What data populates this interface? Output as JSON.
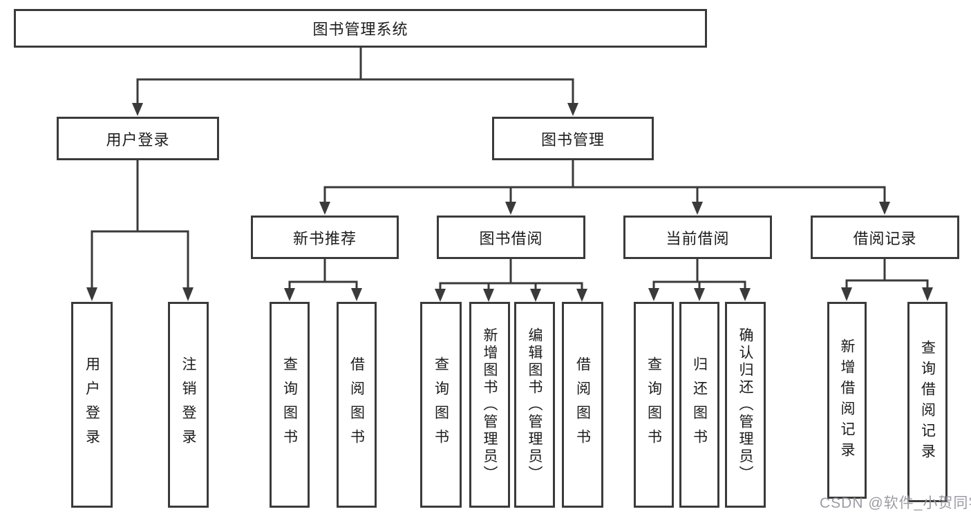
{
  "diagram": {
    "title": "图书管理系统",
    "root": "图书管理系统",
    "level2": {
      "user_login": "用户登录",
      "book_mgmt": "图书管理"
    },
    "level3": {
      "new_books": "新书推荐",
      "book_borrow": "图书借阅",
      "current_borrow": "当前借阅",
      "borrow_records": "借阅记录"
    },
    "leaves": {
      "user_login": [
        "用户登录",
        "注销登录"
      ],
      "new_books": [
        "查询图书",
        "借阅图书"
      ],
      "book_borrow": [
        "查询图书",
        "新增图书（管理员）",
        "编辑图书（管理员）",
        "借阅图书"
      ],
      "current_borrow": [
        "查询图书",
        "归还图书",
        "确认归还（管理员）"
      ],
      "borrow_records": [
        "新增借阅记录",
        "查询借阅记录"
      ]
    }
  },
  "watermark": "CSDN @软件_小贺同学",
  "colors": {
    "line": "#3a3a3a",
    "box_border": "#3a3a3a",
    "text": "#1c1c1c",
    "watermark": "#9b9ba3",
    "background": "#ffffff"
  }
}
